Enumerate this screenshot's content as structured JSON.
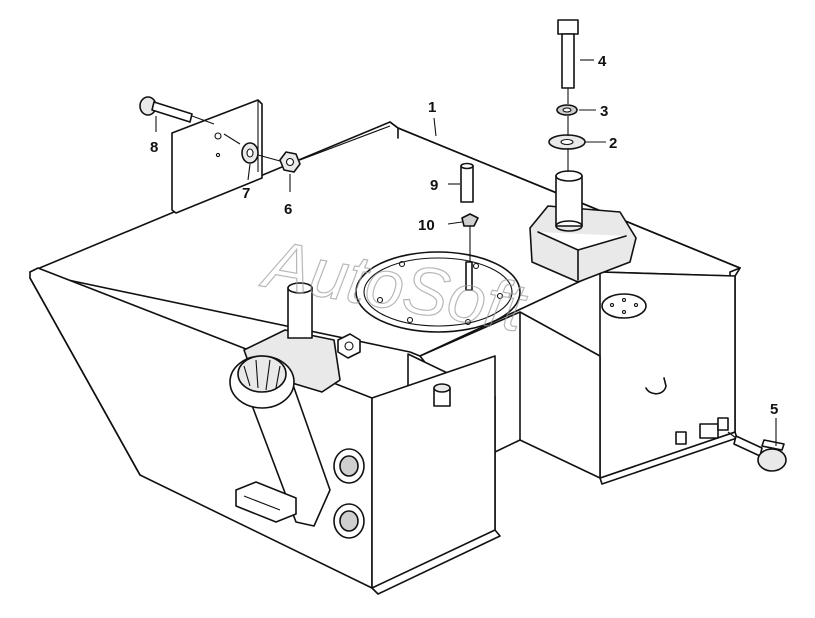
{
  "watermark": "AutoSoft",
  "callouts": [
    "1",
    "2",
    "3",
    "4",
    "5",
    "6",
    "7",
    "8",
    "9",
    "10"
  ]
}
